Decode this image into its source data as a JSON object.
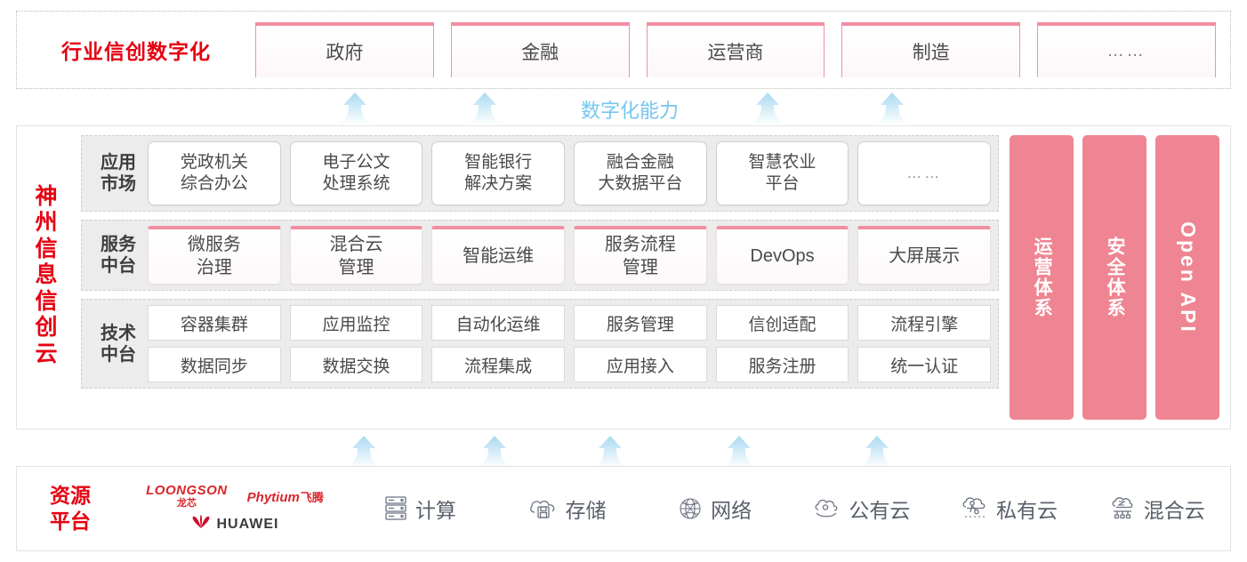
{
  "industry": {
    "title": "行业信创数字化",
    "cards": [
      {
        "label": "政府"
      },
      {
        "label": "金融"
      },
      {
        "label": "运营商"
      },
      {
        "label": "制造"
      },
      {
        "label": "……"
      }
    ]
  },
  "capability": {
    "label": "数字化能力",
    "arrow_icon": "up-arrow-icon",
    "top_arrow_count": 4,
    "bottom_arrow_count": 5
  },
  "cloud": {
    "title": "神州信息信创云",
    "title_chars": [
      "神",
      "州",
      "信",
      "息",
      "信",
      "创",
      "云"
    ],
    "layers": [
      {
        "name": "app-market",
        "label": "应用市场",
        "label_lines": [
          "应用",
          "市场"
        ],
        "cards": [
          {
            "lines": [
              "党政机关",
              "综合办公"
            ]
          },
          {
            "lines": [
              "电子公文",
              "处理系统"
            ]
          },
          {
            "lines": [
              "智能银行",
              "解决方案"
            ]
          },
          {
            "lines": [
              "融合金融",
              "大数据平台"
            ]
          },
          {
            "lines": [
              "智慧农业",
              "平台"
            ]
          },
          {
            "lines": [
              "……"
            ],
            "dots": true
          }
        ]
      },
      {
        "name": "service-platform",
        "label": "服务中台",
        "label_lines": [
          "服务",
          "中台"
        ],
        "cards": [
          {
            "lines": [
              "微服务",
              "治理"
            ]
          },
          {
            "lines": [
              "混合云",
              "管理"
            ]
          },
          {
            "lines": [
              "智能运维"
            ]
          },
          {
            "lines": [
              "服务流程",
              "管理"
            ]
          },
          {
            "lines": [
              "DevOps"
            ]
          },
          {
            "lines": [
              "大屏展示"
            ]
          }
        ]
      },
      {
        "name": "tech-platform",
        "label": "技术中台",
        "label_lines": [
          "技术",
          "中台"
        ],
        "rows": [
          [
            "容器集群",
            "应用监控",
            "自动化运维",
            "服务管理",
            "信创适配",
            "流程引擎"
          ],
          [
            "数据同步",
            "数据交换",
            "流程集成",
            "应用接入",
            "服务注册",
            "统一认证"
          ]
        ]
      }
    ],
    "pillars": [
      {
        "name": "operations-system",
        "label": "运营体系",
        "rotated": false
      },
      {
        "name": "security-system",
        "label": "安全体系",
        "rotated": false
      },
      {
        "name": "open-api",
        "label": "Open API",
        "rotated": true
      }
    ]
  },
  "resource": {
    "title": "资源平台",
    "title_lines": [
      "资源",
      "平台"
    ],
    "vendors": [
      {
        "name": "loongson",
        "en": "LOONGSON",
        "cn": "龙芯"
      },
      {
        "name": "phytium",
        "en": "Phytium",
        "cn": "飞腾"
      },
      {
        "name": "huawei",
        "en": "HUAWEI",
        "cn": ""
      }
    ],
    "items": [
      {
        "icon": "server-rack-icon",
        "label": "计算"
      },
      {
        "icon": "cloud-storage-icon",
        "label": "存储"
      },
      {
        "icon": "network-mesh-icon",
        "label": "网络"
      },
      {
        "icon": "public-cloud-icon",
        "label": "公有云"
      },
      {
        "icon": "private-cloud-icon",
        "label": "私有云"
      },
      {
        "icon": "hybrid-cloud-icon",
        "label": "混合云"
      }
    ]
  },
  "colors": {
    "brand_red": "#e60012",
    "pink": "#ef8592",
    "card_pink_border": "#f08fa0",
    "arrow_blue": "#b9e0f5",
    "capability_text": "#76c5ee",
    "band_bg": "#ececec"
  }
}
